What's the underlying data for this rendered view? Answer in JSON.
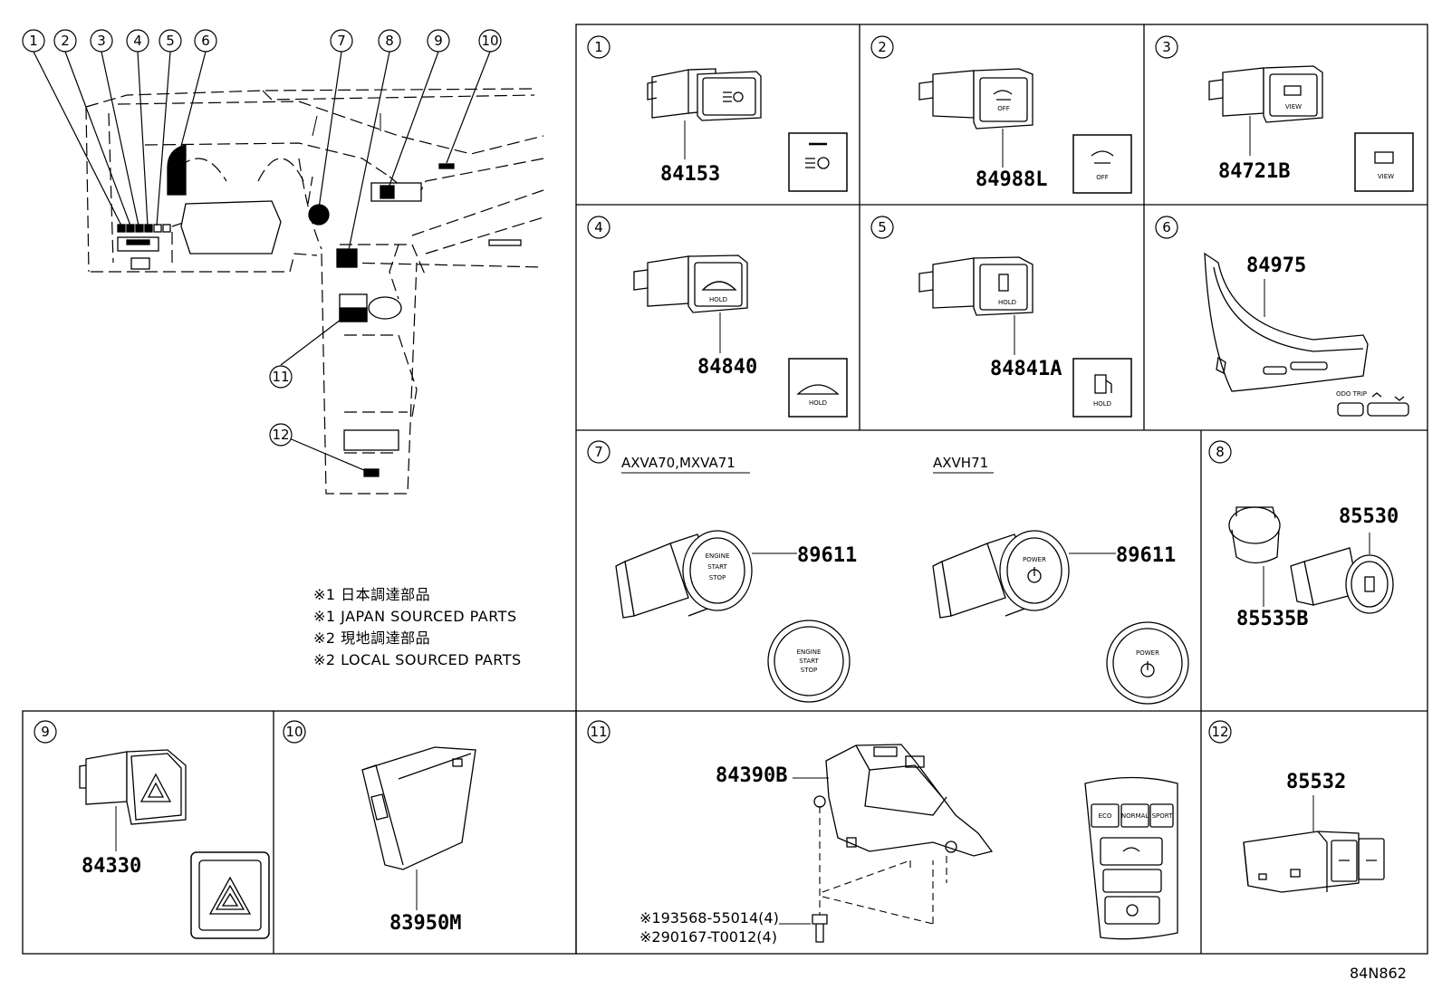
{
  "callout_numbers": [
    "1",
    "2",
    "3",
    "4",
    "5",
    "6",
    "7",
    "8",
    "9",
    "10",
    "11",
    "12"
  ],
  "parts": {
    "p1": "84153",
    "p2": "84988L",
    "p3": "84721B",
    "p4": "84840",
    "p5": "84841A",
    "p6": "84975",
    "p7a": "89611",
    "p7b": "89611",
    "p8a": "85530",
    "p8b": "85535B",
    "p9": "84330",
    "p10": "83950M",
    "p11": "84390B",
    "p12": "85532"
  },
  "panel7": {
    "variant_a": "AXVA70,MXVA71",
    "variant_b": "AXVH71"
  },
  "switch_text": {
    "off": "OFF",
    "view": "VIEW",
    "hold": "HOLD",
    "odo_trip": "ODO TRIP",
    "engine": "ENGINE",
    "start": "START",
    "stop": "STOP",
    "power": "POWER",
    "eco": "ECO",
    "normal": "NORMAL",
    "sport": "SPORT"
  },
  "bolts": {
    "line1": "※193568-55014(4)",
    "line2": "※290167-T0012(4)"
  },
  "notes": [
    "※1 日本調達部品",
    "※1 JAPAN SOURCED PARTS",
    "※2 現地調達部品",
    "※2 LOCAL SOURCED PARTS"
  ],
  "diagram_code": "84N862"
}
